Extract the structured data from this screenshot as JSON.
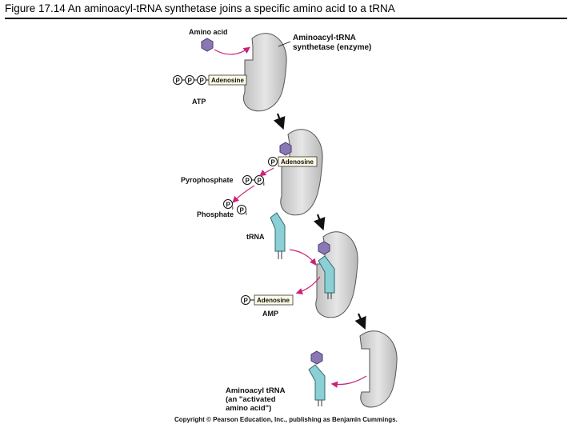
{
  "figure": {
    "title": "Figure 17.14 An aminoacyl-tRNA synthetase joins a specific amino acid to a tRNA",
    "copyright": "Copyright © Pearson Education, Inc., publishing as Benjamin Cummings."
  },
  "labels": {
    "amino_acid": "Amino acid",
    "enzyme_line1": "Aminoacyl-tRNA",
    "enzyme_line2": "synthetase (enzyme)",
    "adenosine": "Adenosine",
    "atp": "ATP",
    "pyrophosphate": "Pyrophosphate",
    "phosphate": "Phosphate",
    "trna": "tRNA",
    "amp": "AMP",
    "product_line1": "Aminoacyl tRNA",
    "product_line2": "(an \"activated",
    "product_line3": "amino acid\")",
    "p": "P",
    "pi": "P",
    "i_sub": "i"
  },
  "colors": {
    "enzyme_fill": "#d0d0d0",
    "enzyme_stroke": "#555555",
    "amino_acid": "#8a78b4",
    "trna": "#8ccfd4",
    "magenta_arrow": "#cc2277",
    "label_box": "#fffbe6"
  }
}
